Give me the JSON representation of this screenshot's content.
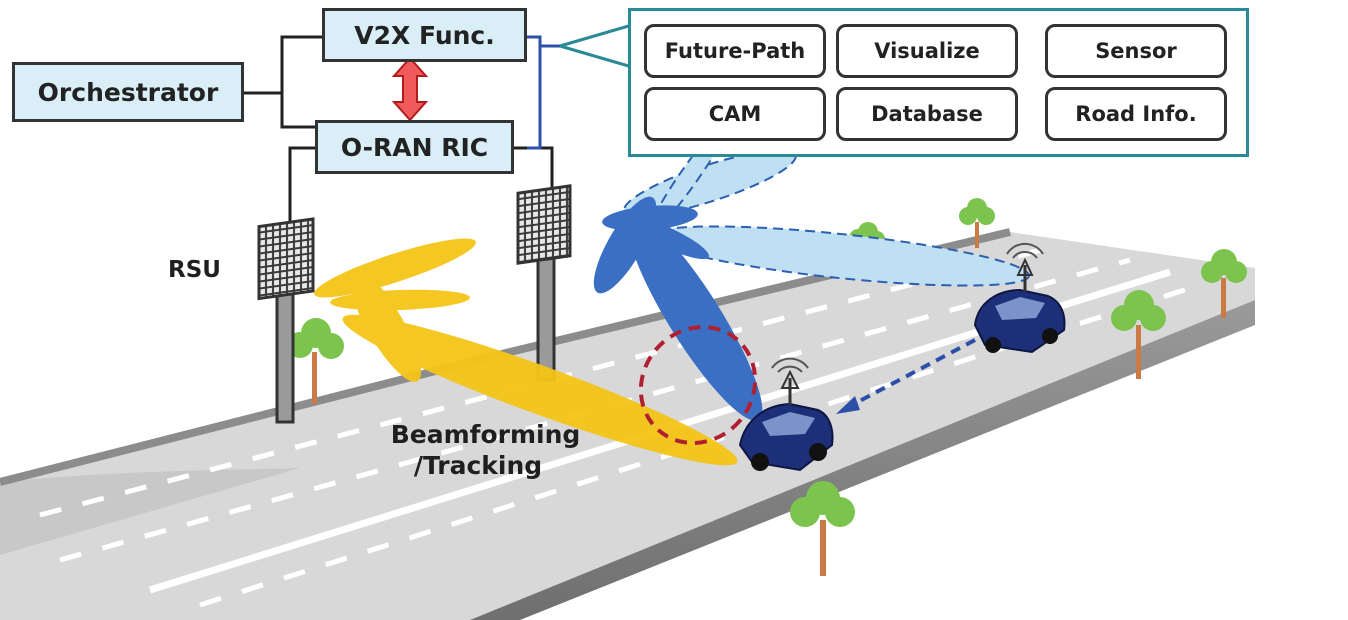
{
  "system": {
    "orchestrator": "Orchestrator",
    "v2x": "V2X Func.",
    "ric": "O-RAN RIC"
  },
  "functions": [
    "Future-Path",
    "Visualize",
    "Sensor",
    "CAM",
    "Database",
    "Road Info."
  ],
  "labels": {
    "rsu": "RSU",
    "beam_line1": "Beamforming",
    "beam_line2": "/Tracking"
  },
  "colors": {
    "box_fill": "#d9eef6",
    "panel_border": "#2a8a96",
    "beam_yellow": "#f5c518",
    "beam_blue": "#3b6fc4",
    "beam_lightblue": "#bfe0f3",
    "road": "#d6d6d6",
    "car": "#1e2f7a",
    "tracking_ellipse": "#b02030",
    "arrow_red": "#e04040"
  }
}
